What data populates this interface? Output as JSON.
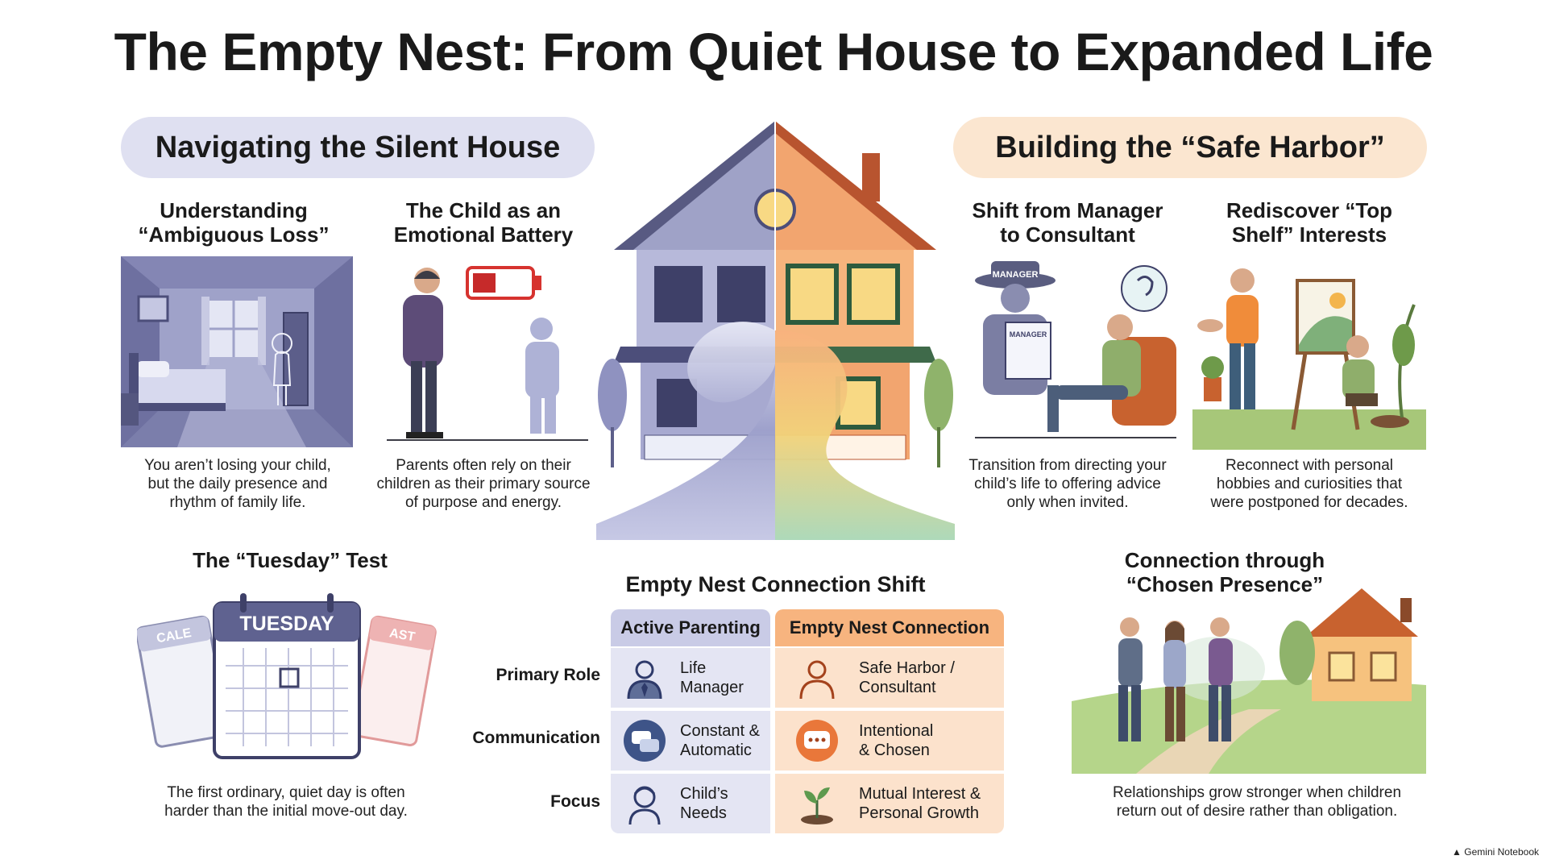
{
  "title": "The Empty Nest: From Quiet House to Expanded Life",
  "left_section": {
    "title": "Navigating the Silent House",
    "panels": [
      {
        "heading_1": "Understanding",
        "heading_2": "“Ambiguous Loss”",
        "desc_1": "You aren’t losing your child,",
        "desc_2": "but the daily presence and",
        "desc_3": "rhythm of family life."
      },
      {
        "heading_1": "The Child as an",
        "heading_2": "Emotional Battery",
        "desc_1": "Parents often rely on their",
        "desc_2": "children as their primary source",
        "desc_3": "of purpose and energy."
      }
    ],
    "tuesday": {
      "heading": "The “Tuesday” Test",
      "calendar_label": "TUESDAY",
      "side_left": "CALE",
      "side_right": "AST",
      "desc_1": "The first ordinary, quiet day is often",
      "desc_2": "harder than the initial move-out day."
    }
  },
  "right_section": {
    "title": "Building the “Safe Harbor”",
    "panels": [
      {
        "heading_1": "Shift from Manager",
        "heading_2": "to Consultant",
        "hat_label": "MANAGER",
        "clipboard_label": "MANAGER",
        "desc_1": "Transition from directing your",
        "desc_2": "child’s life to offering advice",
        "desc_3": "only when invited."
      },
      {
        "heading_1": "Rediscover “Top",
        "heading_2": "Shelf” Interests",
        "desc_1": "Reconnect with personal",
        "desc_2": "hobbies and curiosities that",
        "desc_3": "were postponed for decades."
      }
    ],
    "connection": {
      "heading_1": "Connection through",
      "heading_2": "“Chosen Presence”",
      "desc_1": "Relationships grow stronger when children",
      "desc_2": "return out of desire rather than obligation."
    }
  },
  "table": {
    "title": "Empty Nest Connection Shift",
    "col_left": "Active Parenting",
    "col_right": "Empty Nest Connection",
    "rows": [
      {
        "label": "Primary Role",
        "left_1": "Life",
        "left_2": "Manager",
        "right_1": "Safe Harbor /",
        "right_2": "Consultant",
        "left_icon": "manager-person-icon",
        "right_icon": "person-outline-icon"
      },
      {
        "label": "Communication",
        "left_1": "Constant &",
        "left_2": "Automatic",
        "right_1": "Intentional",
        "right_2": "& Chosen",
        "left_icon": "chat-bubbles-icon",
        "right_icon": "chat-bubble-dots-icon"
      },
      {
        "label": "Focus",
        "left_1": "Child’s",
        "left_2": "Needs",
        "right_1": "Mutual Interest &",
        "right_2": "Personal Growth",
        "left_icon": "child-face-icon",
        "right_icon": "sprout-icon"
      }
    ]
  },
  "footer": "Gemini Notebook",
  "colors": {
    "left_pill": "#dfe0f1",
    "right_pill": "#fbe6d0",
    "left_header": "#c9cbe6",
    "right_header": "#f7b47f",
    "left_cell": "#e4e5f3",
    "right_cell": "#fce2cc"
  }
}
